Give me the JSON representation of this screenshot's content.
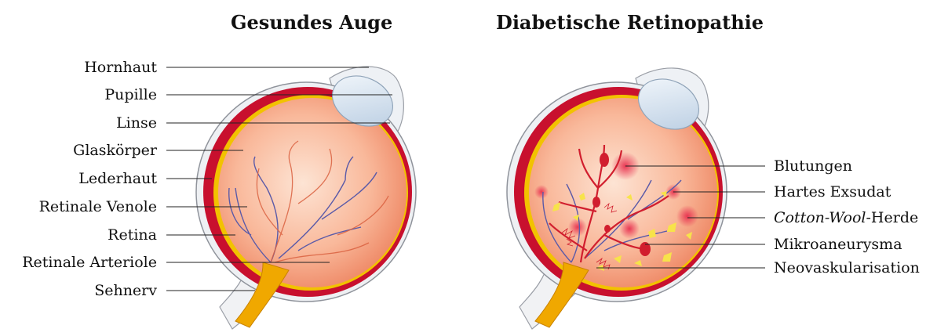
{
  "titles": {
    "healthy": "Gesundes Auge",
    "diabetic": "Diabetische Retinopathie"
  },
  "left_labels": [
    {
      "key": "hornhaut",
      "text": "Hornhaut"
    },
    {
      "key": "pupille",
      "text": "Pupille"
    },
    {
      "key": "linse",
      "text": "Linse"
    },
    {
      "key": "glaskoerper",
      "text": "Glaskörper"
    },
    {
      "key": "lederhaut",
      "text": "Lederhaut"
    },
    {
      "key": "venole",
      "text": "Retinale Venole"
    },
    {
      "key": "retina",
      "text": "Retina"
    },
    {
      "key": "arteriole",
      "text": "Retinale Arteriole"
    },
    {
      "key": "sehnerv",
      "text": "Sehnerv"
    }
  ],
  "right_labels": [
    {
      "key": "blutungen",
      "text": "Blutungen",
      "italic_prefix": ""
    },
    {
      "key": "exsudat",
      "text": "Hartes Exsudat",
      "italic_prefix": ""
    },
    {
      "key": "cotton",
      "text": "-Herde",
      "italic_prefix": "Cotton-Wool"
    },
    {
      "key": "mikro",
      "text": "Mikroaneurysma",
      "italic_prefix": ""
    },
    {
      "key": "neo",
      "text": "Neovaskularisation",
      "italic_prefix": ""
    }
  ],
  "colors": {
    "sclera": "#c8102e",
    "choroid_yellow": "#f2c200",
    "vitreous_center": "#fdd9c4",
    "vitreous_edge": "#f08a6a",
    "vein": "#5a5aa8",
    "artery": "#d9603f",
    "lens": "#d6e4f2",
    "nerve": "#f0a800",
    "exudate": "#f7e34a",
    "hemorrhage": "#e83a5a"
  }
}
